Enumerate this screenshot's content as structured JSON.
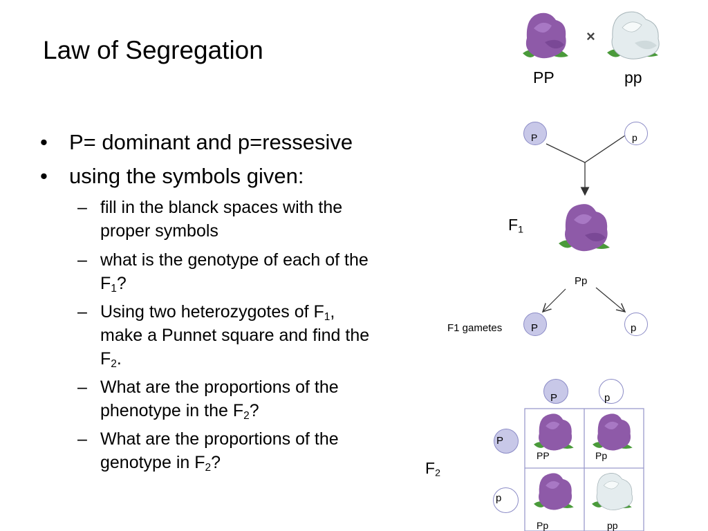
{
  "title": "Law of Segregation",
  "bullets": [
    {
      "text": "P= dominant and p=ressesive"
    },
    {
      "text": "using the symbols given:"
    }
  ],
  "subbullets": {
    "s1": "fill in the blanck spaces with the proper symbols",
    "s2_a": "what is the genotype of each of the F",
    "s2_sub": "1",
    "s2_b": "?",
    "s3_a": "Using two heterozygotes of F",
    "s3_sub": "1",
    "s3_b": ", make a Punnet square and find the F",
    "s3_sub2": "2",
    "s3_c": ".",
    "s4_a": "What are the proportions of the phenotype in the F",
    "s4_sub": "2",
    "s4_b": "?",
    "s5_a": "What are the proportions of the genotype in F",
    "s5_sub": "2",
    "s5_b": "?"
  },
  "diagram": {
    "parent_left": "PP",
    "cross_symbol": "×",
    "parent_right": "pp",
    "gamete_left": "P",
    "gamete_right": "p",
    "f1_label": "F",
    "f1_sub": "1",
    "f1_genotype": "Pp",
    "f1_gametes_label": "F1 gametes",
    "f1_gamete_left": "P",
    "f1_gamete_right": "p",
    "f2_label": "F",
    "f2_sub": "2",
    "punnett": {
      "col_headers": [
        "P",
        "p"
      ],
      "row_headers": [
        "P",
        "p"
      ],
      "cells": [
        "PP",
        "Pp",
        "Pp",
        "pp"
      ]
    }
  },
  "colors": {
    "purple_flower": "#8e5aa8",
    "white_flower": "#e4ecee",
    "leaf": "#4a9a3a",
    "dominant_gamete_fill": "#c8c8e8",
    "gamete_border": "#8b8bc6"
  }
}
